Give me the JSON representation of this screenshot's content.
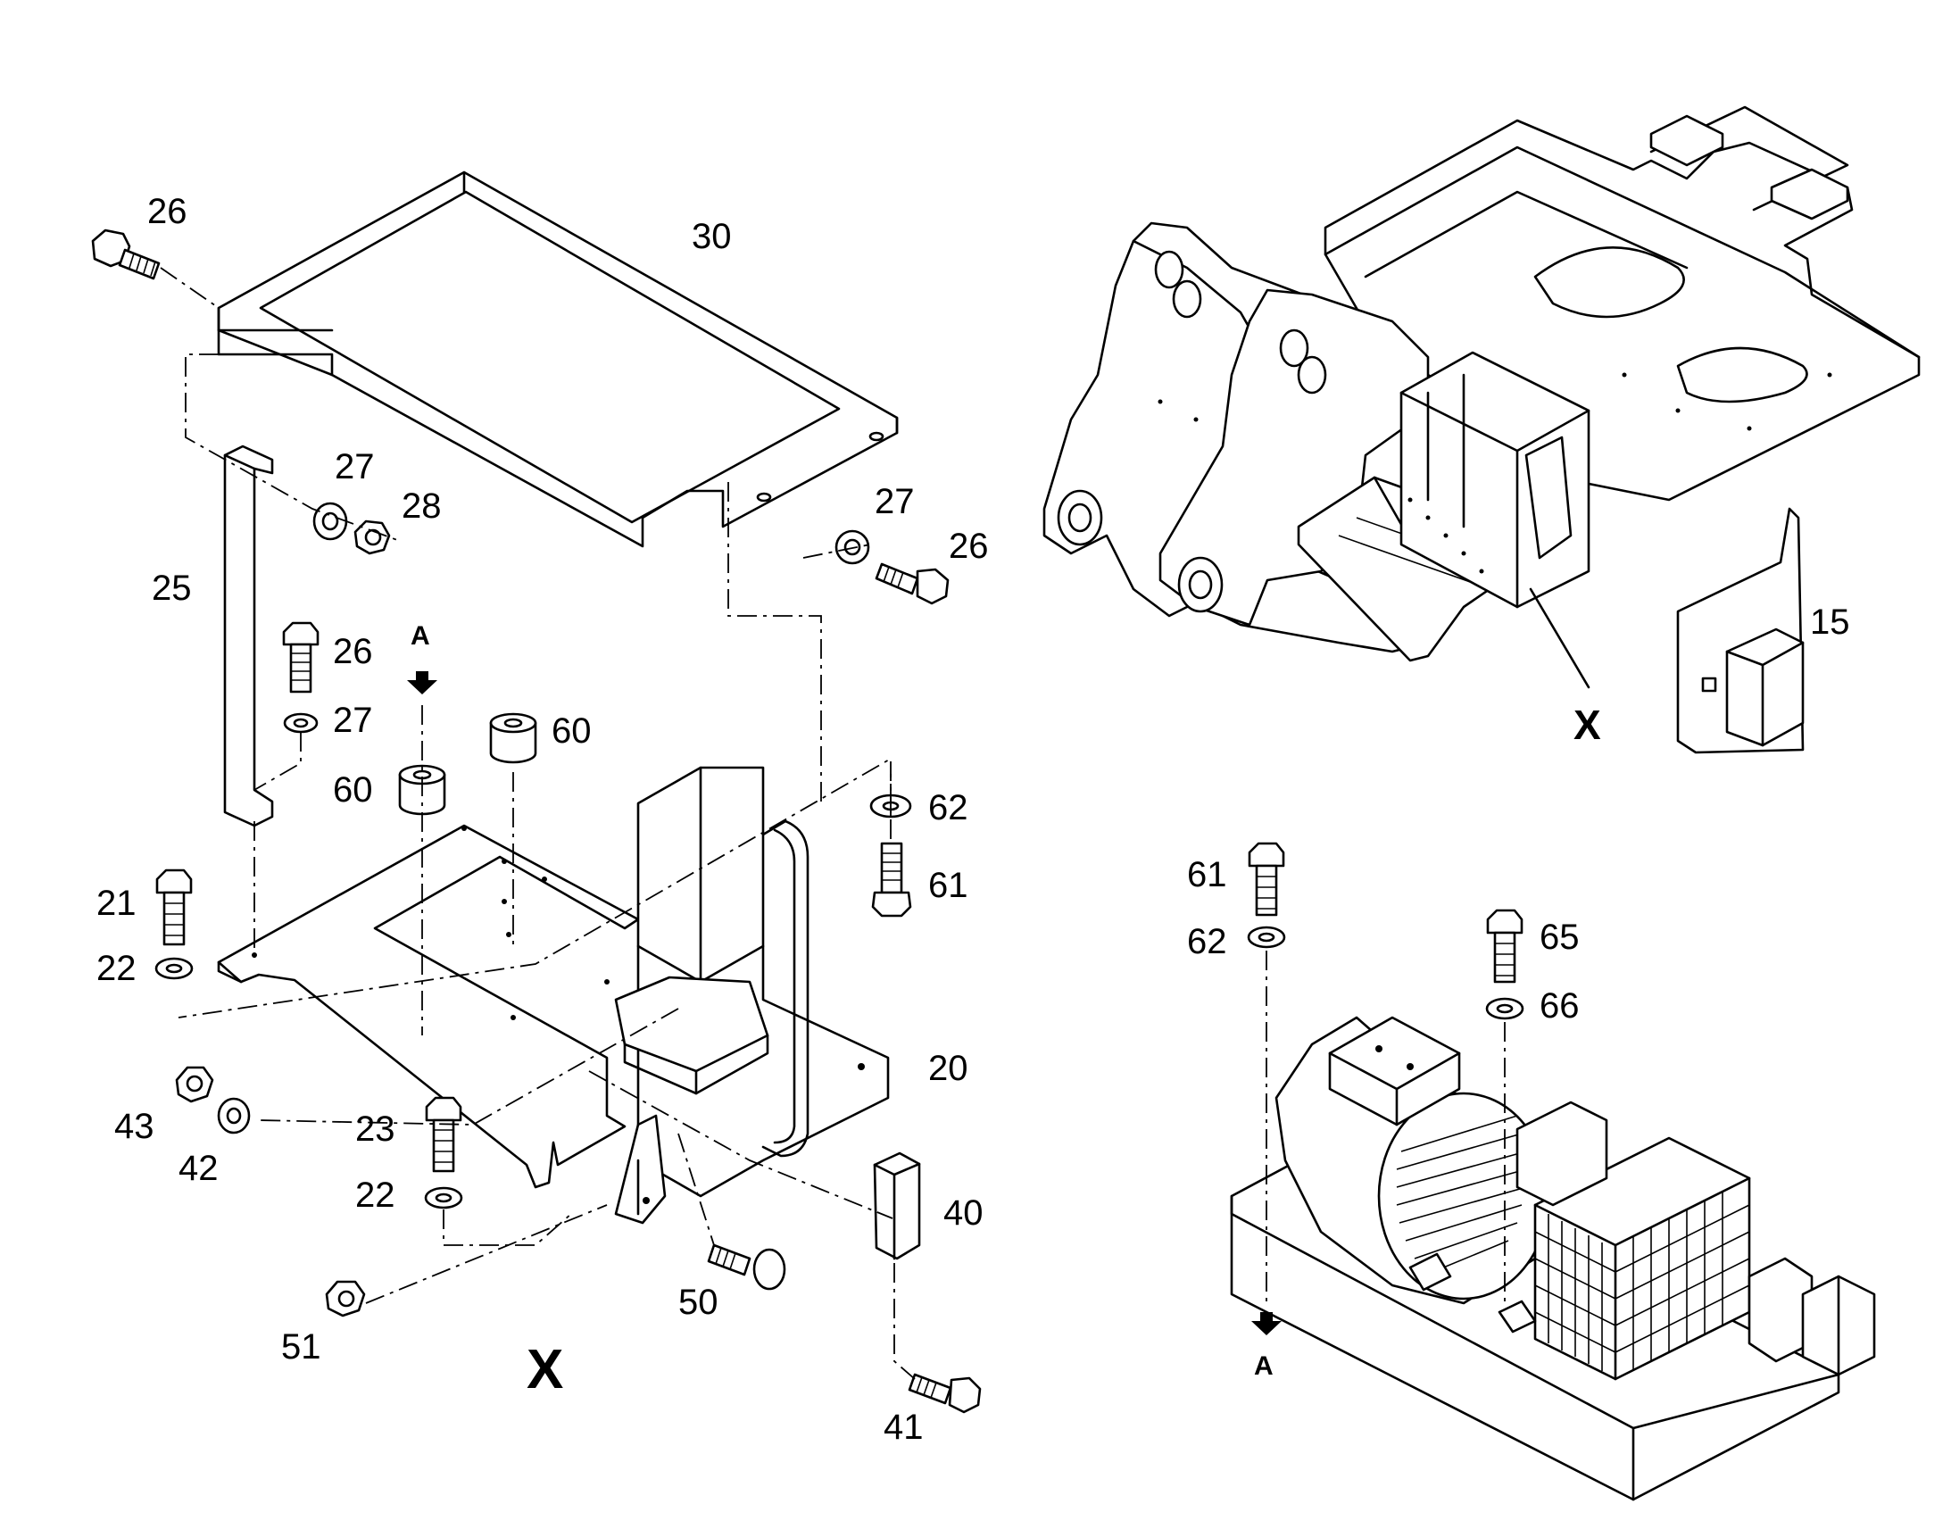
{
  "labels": {
    "p26a": "26",
    "p30": "30",
    "p27a": "27",
    "p28": "28",
    "p25": "25",
    "p27b": "27",
    "p26b": "26",
    "pA1": "A",
    "p26c": "26",
    "p27c": "27",
    "p60a": "60",
    "p60b": "60",
    "p62a": "62",
    "p61a": "61",
    "p21": "21",
    "p22a": "22",
    "p43": "43",
    "p42": "42",
    "p23": "23",
    "p22b": "22",
    "p20": "20",
    "p40": "40",
    "p50": "50",
    "p51": "51",
    "p41": "41",
    "pX1": "X",
    "p15": "15",
    "pX2": "X",
    "p61b": "61",
    "p62b": "62",
    "p65": "65",
    "p66": "66",
    "pA2": "A"
  }
}
